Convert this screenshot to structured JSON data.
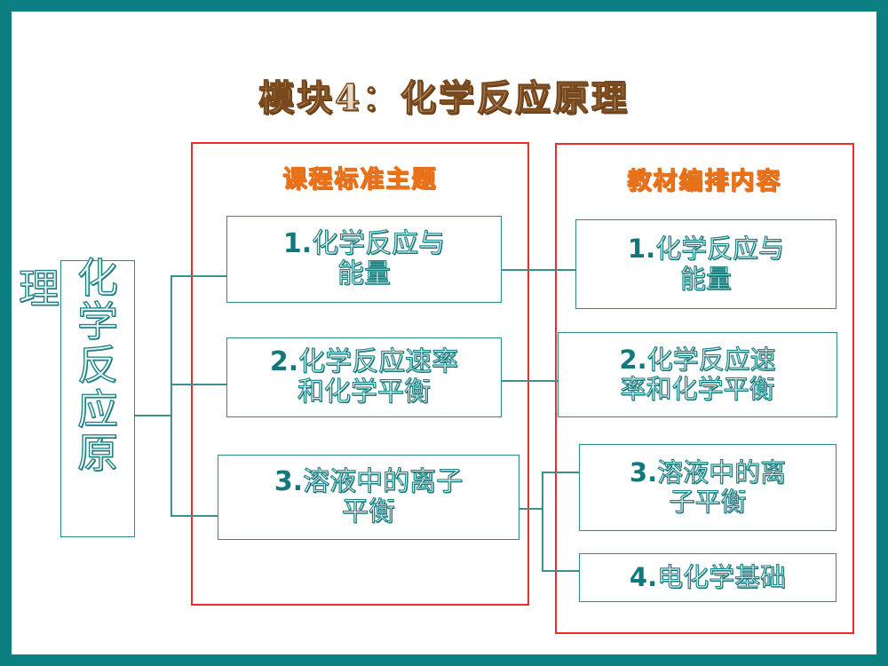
{
  "slide": {
    "title": "模块4：化学反应原理",
    "border_color": "#0c7f80",
    "background": "#ffffff"
  },
  "root": {
    "label_vertical": "化学反应原",
    "label_overflow": "理",
    "full_label": "化学反应原理",
    "box_color": "#2b8b8b"
  },
  "columns": [
    {
      "name": "curriculum-standard",
      "header": "课程标准主题",
      "header_color": "#e8711a",
      "frame_color": "#ef2b2b",
      "items": [
        {
          "number": "1.",
          "line1": "化学反应与",
          "line2": "能量"
        },
        {
          "number": "2.",
          "line1": "化学反应速率",
          "line2": "和化学平衡"
        },
        {
          "number": "3.",
          "line1": "溶液中的离子",
          "line2": "平衡"
        }
      ]
    },
    {
      "name": "textbook-arrangement",
      "header": "教材编排内容",
      "header_color": "#e8711a",
      "frame_color": "#ef2b2b",
      "items": [
        {
          "number": "1.",
          "line1": "化学反应与",
          "line2": "能量"
        },
        {
          "number": "2.",
          "line1": "化学反应速",
          "line2": "率和化学平衡"
        },
        {
          "number": "3.",
          "line1": "溶液中的离",
          "line2": "子平衡"
        },
        {
          "number": "4.",
          "line1": "电化学基础",
          "line2": ""
        }
      ]
    }
  ]
}
